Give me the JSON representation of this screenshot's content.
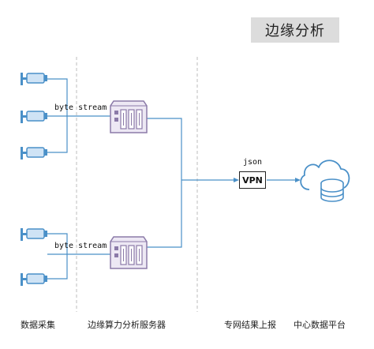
{
  "title": "边缘分析",
  "stream_labels": [
    "byte stream",
    "byte stream"
  ],
  "json_label": "json",
  "vpn_label": "VPN",
  "columns": {
    "collection": "数据采集",
    "edge_server": "边缘算力分析服务器",
    "upload": "专网结果上报",
    "platform": "中心数据平台"
  },
  "colors": {
    "line": "#4a90c8",
    "device": "#4a90c8",
    "server": "#8b7aa8",
    "divider": "#bdbdbd"
  }
}
